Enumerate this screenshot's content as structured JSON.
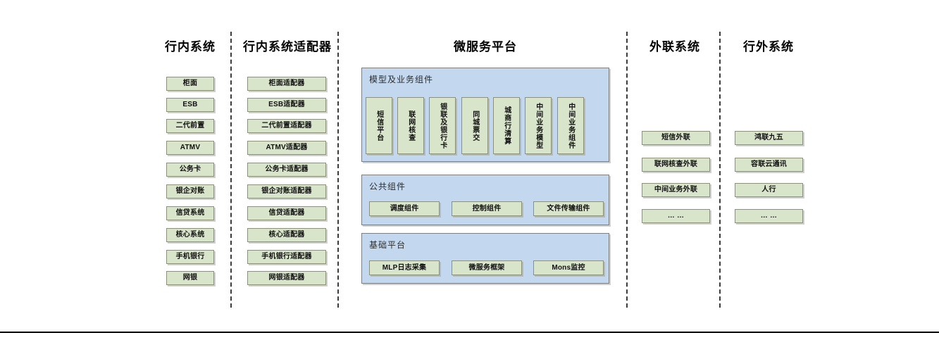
{
  "diagram": {
    "title_bar_present": true,
    "columns": [
      {
        "id": "internal-systems",
        "title": "行内系统",
        "items": [
          "柜面",
          "ESB",
          "二代前置",
          "ATMV",
          "公务卡",
          "银企对账",
          "信贷系统",
          "核心系统",
          "手机银行",
          "网银"
        ]
      },
      {
        "id": "internal-system-adapters",
        "title": "行内系统适配器",
        "items": [
          "柜面适配器",
          "ESB适配器",
          "二代前置适配器",
          "ATMV适配器",
          "公务卡适配器",
          "银企对账适配器",
          "信贷适配器",
          "核心适配器",
          "手机银行适配器",
          "网银适配器"
        ]
      },
      {
        "id": "external-link-systems",
        "title": "外联系统",
        "items": [
          "短信外联",
          "联网核查外联",
          "中间业务外联",
          "… …"
        ]
      },
      {
        "id": "off-bank-systems",
        "title": "行外系统",
        "items": [
          "鸿联九五",
          "容联云通讯",
          "人行",
          "… …"
        ]
      }
    ],
    "platform": {
      "title": "微服务平台",
      "panels": [
        {
          "id": "model-business-components",
          "title": "模型及业务组件",
          "orientation": "vertical",
          "items": [
            "短信平台",
            "联网核查",
            "银联及银行卡",
            "同城票交",
            "城商行清算",
            "中间业务模型",
            "中间业务组件"
          ]
        },
        {
          "id": "public-components",
          "title": "公共组件",
          "orientation": "horizontal",
          "items": [
            "调度组件",
            "控制组件",
            "文件传输组件"
          ]
        },
        {
          "id": "base-platform",
          "title": "基础平台",
          "orientation": "horizontal",
          "items": [
            "MLP日志采集",
            "微服务框架",
            "Mons监控"
          ]
        }
      ]
    },
    "colors": {
      "node_fill": "#d9e5cb",
      "node_border": "#8c9178",
      "panel_fill": "#c3d8ef",
      "panel_border": "#7f7f7f",
      "separator": "#3c3c3c",
      "text": "#101010",
      "background": "#ffffff"
    }
  }
}
